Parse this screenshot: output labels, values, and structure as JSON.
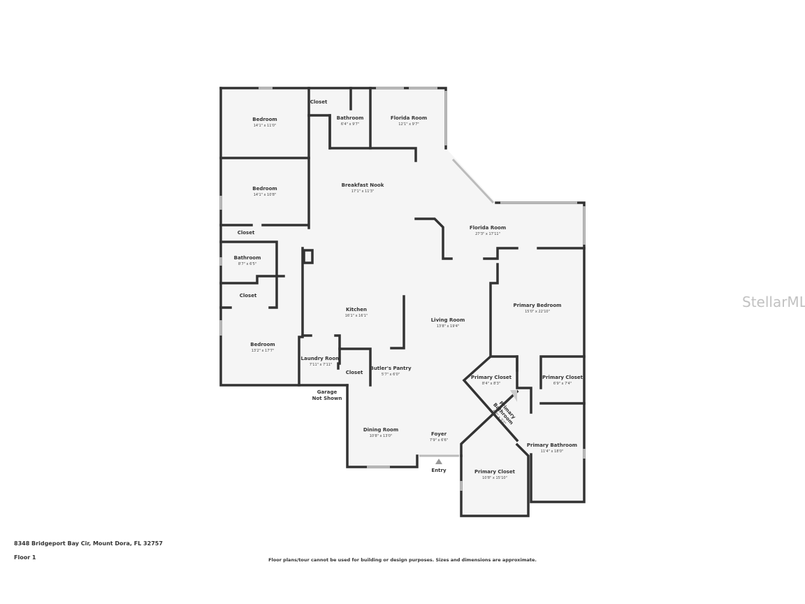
{
  "rooms": [
    {
      "name": "Bedroom",
      "dims": "14'1\" x 11'0\""
    },
    {
      "name": "Closet",
      "dims": ""
    },
    {
      "name": "Bathroom",
      "dims": "6'4\" x 9'7\""
    },
    {
      "name": "Florida Room",
      "dims": "12'1\" x 9'7\""
    },
    {
      "name": "Breakfast Nook",
      "dims": "17'1\" x 11'3\""
    },
    {
      "name": "Bedroom",
      "dims": "14'1\" x 10'8\""
    },
    {
      "name": "Closet",
      "dims": ""
    },
    {
      "name": "Bathroom",
      "dims": "8'7\" x 6'5\""
    },
    {
      "name": "Florida Room",
      "dims": "27'3\" x 17'11\""
    },
    {
      "name": "Closet",
      "dims": ""
    },
    {
      "name": "Kitchen",
      "dims": "16'1\" x 16'1\""
    },
    {
      "name": "Living Room",
      "dims": "13'8\" x 19'4\""
    },
    {
      "name": "Primary Bedroom",
      "dims": "15'0\" x 22'10\""
    },
    {
      "name": "Bedroom",
      "dims": "13'2\" x 17'7\""
    },
    {
      "name": "Laundry Room",
      "dims": "7'11\" x 7'11\""
    },
    {
      "name": "Closet",
      "dims": ""
    },
    {
      "name": "Butler's Pantry",
      "dims": "5'7\" x 6'0\""
    },
    {
      "name": "Primary Closet",
      "dims": "8'4\" x 8'3\""
    },
    {
      "name": "Primary Closet",
      "dims": "6'9\" x 7'4\""
    },
    {
      "name": "Dining Room",
      "dims": "10'8\" x 13'0\""
    },
    {
      "name": "Foyer",
      "dims": "7'9\" x 6'6\""
    },
    {
      "name": "Primary Bathroom",
      "dims": "11'4\" x 18'0\""
    },
    {
      "name": "Primary Closet",
      "dims": "10'8\" x 15'10\""
    }
  ],
  "rotated_room": {
    "line1": "Primary",
    "line2": "Bathroom",
    "dims": "6'7\" x 3'2\""
  },
  "garage": {
    "line1": "Garage",
    "line2": "Not Shown"
  },
  "entry": "Entry",
  "watermark": "StellarMLS",
  "footer": {
    "address": "8348 Bridgeport Bay Cir, Mount Dora, FL 32757",
    "floor": "Floor 1",
    "disclaimer": "Floor plans/tour cannot be used for building or design purposes. Sizes and dimensions are approximate."
  }
}
